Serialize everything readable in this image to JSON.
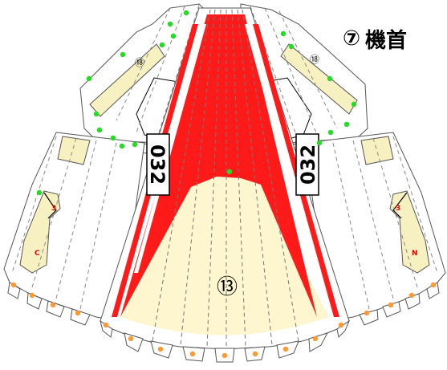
{
  "title": {
    "number": "⑦",
    "label": "機首"
  },
  "parts": {
    "main_number": "⑬",
    "side_number_left": "⑱",
    "side_number_right": "⑱",
    "code_left": "032",
    "code_right": "032",
    "mark_left_top": "3",
    "mark_left_bottom": "C",
    "mark_right_top": "3",
    "mark_right_bottom": "N"
  },
  "colors": {
    "red": "#ff1a1a",
    "cream": "#fdf6cf",
    "pad": "#f7f0c0",
    "green_dot": "#22dd22",
    "orange_dot": "#ff9933",
    "outline": "#555555"
  }
}
